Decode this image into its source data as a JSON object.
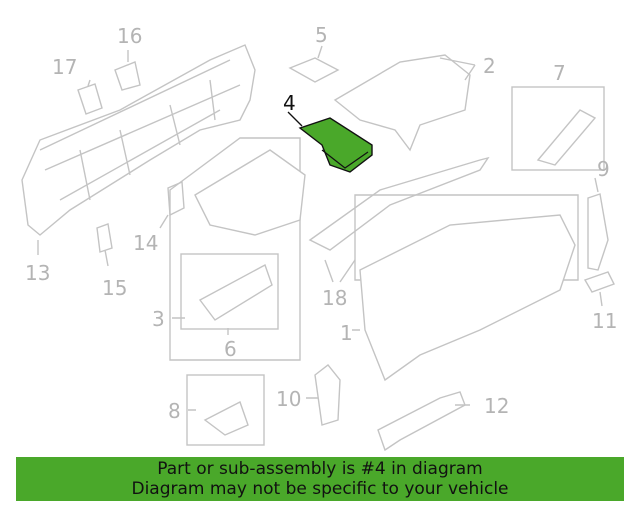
{
  "diagram": {
    "highlight_color": "#4aa82a",
    "callouts": {
      "c1": "1",
      "c2": "2",
      "c3": "3",
      "c4": "4",
      "c5": "5",
      "c6": "6",
      "c7": "7",
      "c8": "8",
      "c9": "9",
      "c10": "10",
      "c11": "11",
      "c12": "12",
      "c13": "13",
      "c14": "14",
      "c15": "15",
      "c16": "16",
      "c17": "17",
      "c18": "18"
    }
  },
  "banner": {
    "line1": "Part or sub-assembly is #4 in diagram",
    "line2": "Diagram may not be specific to your vehicle"
  }
}
